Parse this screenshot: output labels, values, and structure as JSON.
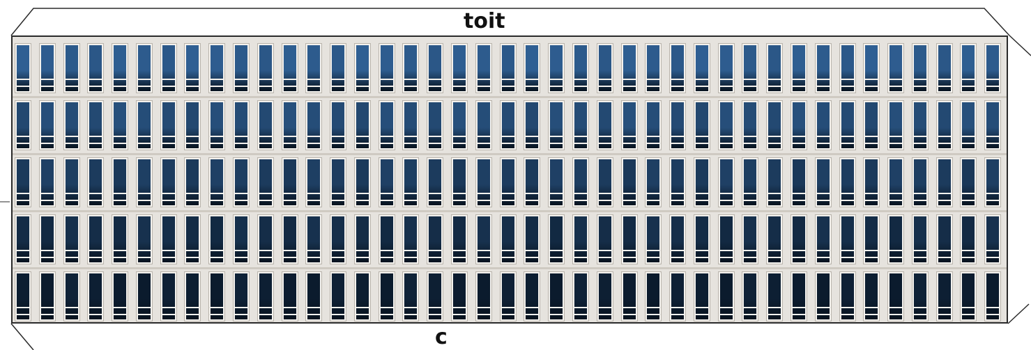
{
  "labels": {
    "top": "toit",
    "bottom": "c"
  },
  "facade": {
    "floors": 5,
    "windows_per_floor": 41,
    "colors": {
      "frame": "#e6e3de",
      "glass_top_floors": "#2f5f93",
      "glass_bottom_floors": "#0b1b2d",
      "outline": "#2a2a2a"
    }
  }
}
